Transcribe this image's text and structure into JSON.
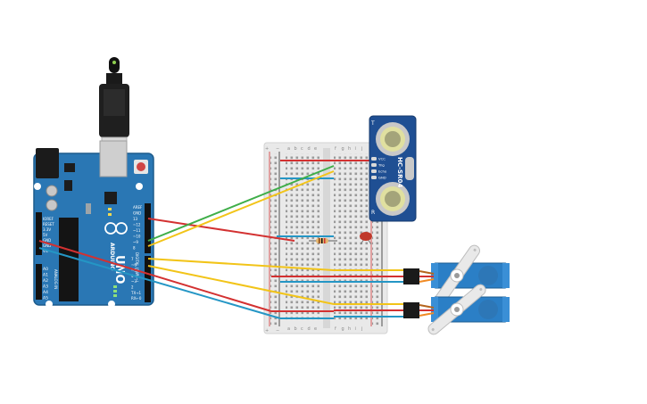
{
  "arduino": {
    "model_name": "UNO",
    "brand": "ARDUINO",
    "usb_cable": "usb-cable",
    "power_pins": [
      "IOREF",
      "RESET",
      "3.3V",
      "5V",
      "GND",
      "GND",
      "Vin"
    ],
    "analog_pins": [
      "A0",
      "A1",
      "A2",
      "A3",
      "A4",
      "A5"
    ],
    "digital_top": [
      "AREF",
      "GND",
      "13",
      "~12",
      "~11",
      "~10",
      "~9",
      "8"
    ],
    "digital_bottom": [
      "7",
      "~6",
      "~5",
      "4",
      "~3",
      "2",
      "TX→1",
      "RX←0"
    ],
    "section_digital": "DIGITAL (PWM~)",
    "section_analog": "ANALOG IN",
    "section_power": "POWER",
    "led_labels": [
      "L",
      "TX",
      "RX"
    ]
  },
  "breadboard": {
    "columns_left": [
      "a",
      "b",
      "c",
      "d",
      "e"
    ],
    "columns_right": [
      "f",
      "g",
      "h",
      "i",
      "j"
    ],
    "rail_plus": "+",
    "rail_minus": "−"
  },
  "sensor": {
    "name": "HC-SR04",
    "pins": [
      "VCC",
      "Trig",
      "Echo",
      "GND"
    ],
    "mark_t": "T",
    "mark_r": "R"
  },
  "components": {
    "resistor": "resistor",
    "led_color": "#c0392b",
    "servo_count": 2
  },
  "colors": {
    "board_blue": "#2a77b4",
    "sensor_blue": "#1f4f93",
    "servo_blue": "#2b7fc6",
    "wire_red": "#d33131",
    "wire_green": "#3fae49",
    "wire_yellow": "#f2c418",
    "wire_blue": "#2496c5"
  }
}
